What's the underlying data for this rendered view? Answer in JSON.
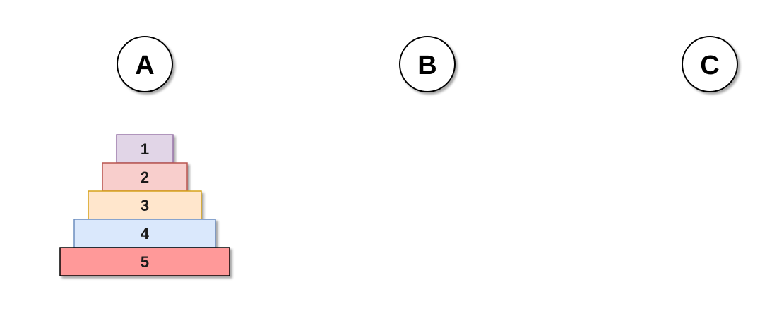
{
  "pegs": [
    {
      "id": "A",
      "label": "A"
    },
    {
      "id": "B",
      "label": "B"
    },
    {
      "id": "C",
      "label": "C"
    }
  ],
  "disks": [
    {
      "label": "1",
      "peg": "A",
      "fill": "#e1d5e7",
      "stroke": "#9673a6"
    },
    {
      "label": "2",
      "peg": "A",
      "fill": "#f8cecc",
      "stroke": "#b85450"
    },
    {
      "label": "3",
      "peg": "A",
      "fill": "#ffe6cc",
      "stroke": "#d6a31c"
    },
    {
      "label": "4",
      "peg": "A",
      "fill": "#dae8fc",
      "stroke": "#6c8ebf"
    },
    {
      "label": "5",
      "peg": "A",
      "fill": "#ff9999",
      "stroke": "#000000"
    }
  ]
}
